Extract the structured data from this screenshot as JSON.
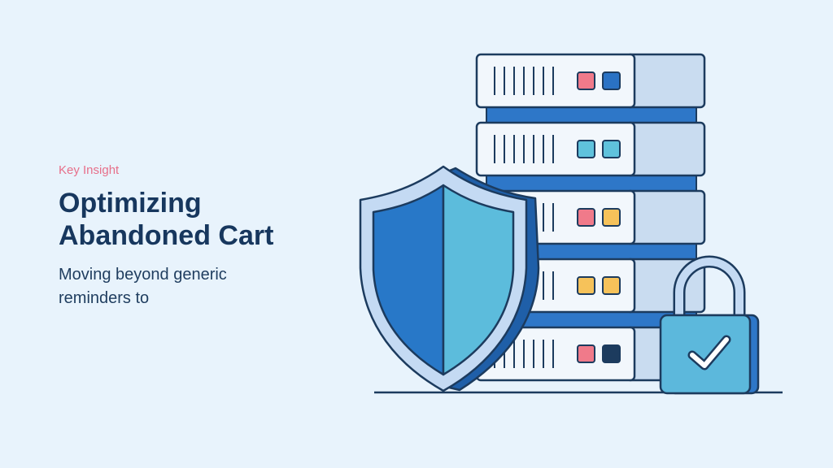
{
  "slide": {
    "eyebrow": "Key Insight",
    "title_line1": "Optimizing",
    "title_line2": "Abandoned Cart",
    "subtitle": "Moving beyond generic reminders to"
  },
  "illustration": {
    "icons": [
      "server-rack-icon",
      "shield-icon",
      "padlock-icon",
      "checkmark-icon"
    ],
    "colors": {
      "background": "#e8f3fc",
      "outline": "#1c3b5e",
      "server_face": "#f2f7fc",
      "server_side": "#c9dcf0",
      "server_band": "#2e77c8",
      "shield_left": "#2878c8",
      "shield_right": "#5cbcdc",
      "shield_rim": "#c4daf3",
      "lock_body": "#5cb8dc",
      "led_red": "#f07a8a",
      "led_blue": "#2a72c4",
      "led_cyan": "#5fc2dc",
      "led_yellow": "#f6c25a",
      "led_navy": "#1c3b5e"
    },
    "server_leds": [
      [
        "led_red",
        "led_blue"
      ],
      [
        "led_cyan",
        "led_cyan"
      ],
      [
        "led_red",
        "led_yellow"
      ],
      [
        "led_yellow",
        "led_yellow"
      ],
      [
        "led_red",
        "led_navy"
      ]
    ]
  }
}
